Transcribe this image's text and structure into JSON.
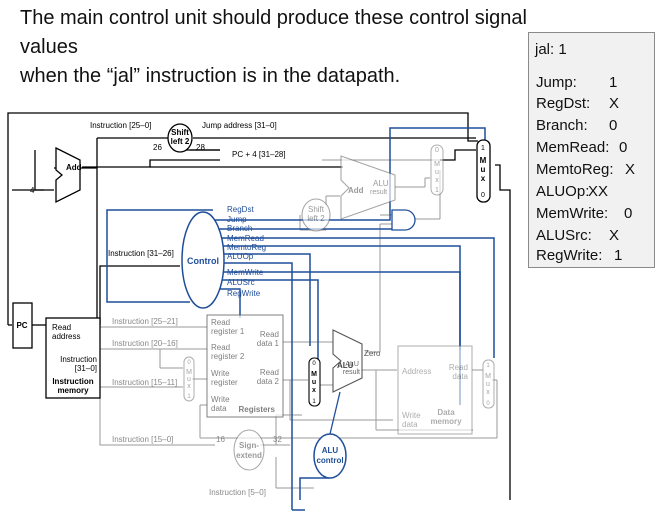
{
  "title": {
    "line1": "The main control unit should produce these control signal values",
    "line2": "when the “jal” instruction is in the datapath."
  },
  "panel": {
    "header": "jal: 1",
    "signals": [
      {
        "name": "Jump:",
        "value": "1"
      },
      {
        "name": "RegDst:",
        "value": "X"
      },
      {
        "name": "Branch:",
        "value": "0"
      },
      {
        "name": "MemRead:",
        "value": "0"
      },
      {
        "name": "MemtoReg:",
        "value": "X"
      },
      {
        "name": "ALUOp:",
        "value": "XX"
      },
      {
        "name": "MemWrite:",
        "value": "0"
      },
      {
        "name": "ALUSrc:",
        "value": "X"
      },
      {
        "name": "RegWrite:",
        "value": "1"
      }
    ]
  },
  "diagram": {
    "instr_25_0": "Instruction [25–0]",
    "shift_left2_top": [
      "Shift",
      "left 2"
    ],
    "jump_address": "Jump address [31–0]",
    "bits_26": "26",
    "bits_28": "28",
    "pc_plus4": "PC + 4 [31–28]",
    "add_label": "Add",
    "four": "4",
    "add_alu": "Add",
    "alu_result": [
      "ALU",
      "result"
    ],
    "shift_left2_mid": [
      "Shift",
      "left 2"
    ],
    "control_label": "Control",
    "control_signals": [
      "RegDst",
      "Jump",
      "Branch",
      "MemRead",
      "MemtoReg",
      "ALUOp",
      "MemWrite",
      "ALUSrc",
      "RegWrite"
    ],
    "instr_31_26": "Instruction [31–26]",
    "pc": "PC",
    "read_address": [
      "Read",
      "address"
    ],
    "instruction_out": [
      "Instruction",
      "[31–0]"
    ],
    "instruction_memory": [
      "Instruction",
      "memory"
    ],
    "instr_25_21": "Instruction [25–21]",
    "instr_20_16": "Instruction [20–16]",
    "instr_15_11": "Instruction [15–11]",
    "instr_15_0": "Instruction [15–0]",
    "instr_5_0": "Instruction [5–0]",
    "read_reg1": [
      "Read",
      "register 1"
    ],
    "read_reg2": [
      "Read",
      "register 2"
    ],
    "write_reg": [
      "Write",
      "register"
    ],
    "write_data": [
      "Write",
      "data"
    ],
    "registers": "Registers",
    "read_data1": [
      "Read",
      "data 1"
    ],
    "read_data2": [
      "Read",
      "data 2"
    ],
    "zero": "Zero",
    "alu": "ALU",
    "alu_result2": [
      "ALU",
      "result"
    ],
    "address": "Address",
    "read_data_mem": [
      "Read",
      "data"
    ],
    "data_memory": [
      "Data",
      "memory"
    ],
    "write_data_mem": [
      "Write",
      "data"
    ],
    "bits_16": "16",
    "bits_32": "32",
    "sign_extend": [
      "Sign-",
      "extend"
    ],
    "alu_control": [
      "ALU",
      "control"
    ],
    "mux": "M u x",
    "mux0": "0",
    "mux1": "1"
  }
}
